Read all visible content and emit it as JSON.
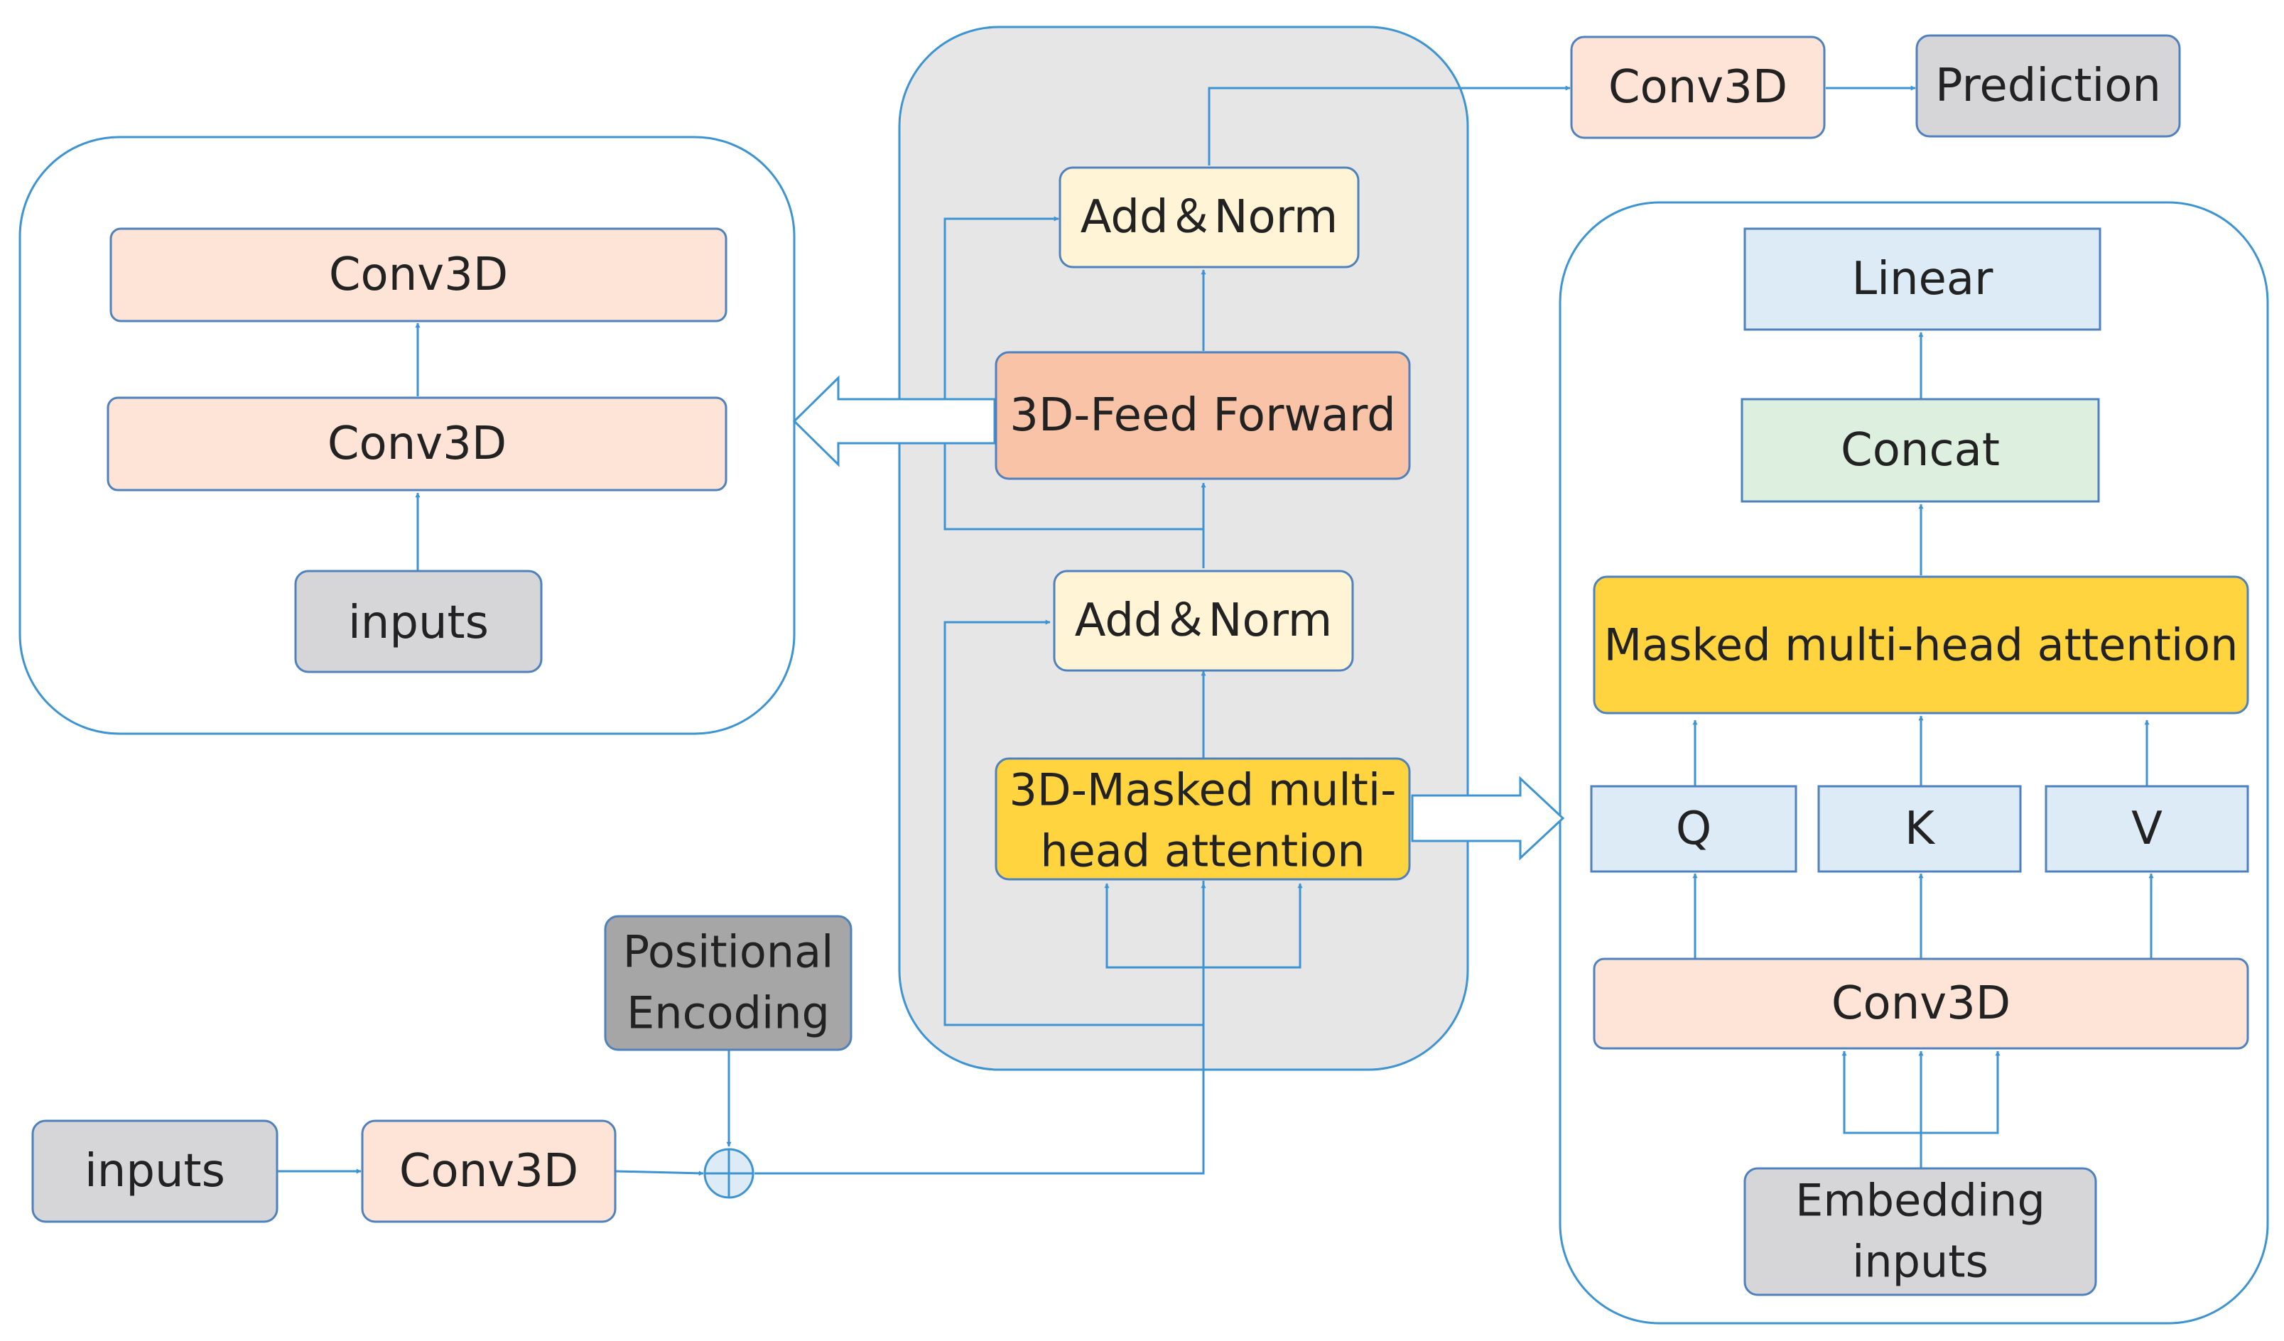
{
  "colors": {
    "line": "#3E94D1",
    "conv3d_fill": "#FDE4D6",
    "feed_forward_fill": "#F9C3A8",
    "add_norm_fill": "#FFF5D6",
    "attention_fill": "#FFD43F",
    "gray_fill": "#D6D6D8",
    "dark_gray_fill": "#A6A6A6",
    "blue_fill": "#DCEBF6",
    "green_fill": "#DDF0E0",
    "panel_gray": "#E6E6E6",
    "box_border": "#4F81BD",
    "icon": "block-arrow-icon"
  },
  "left_panel": {
    "conv_top": "Conv3D",
    "conv_bottom": "Conv3D",
    "inputs": "inputs"
  },
  "encoder": {
    "add_norm_top": "Add＆Norm",
    "feed_forward": "3D-Feed Forward",
    "add_norm_bottom": "Add＆Norm",
    "masked_attention_line1": "3D-Masked multi-",
    "masked_attention_line2": "head attention"
  },
  "output": {
    "conv": "Conv3D",
    "prediction": "Prediction"
  },
  "input_row": {
    "inputs": "inputs",
    "conv": "Conv3D",
    "positional_line1": "Positional",
    "positional_line2": "Encoding"
  },
  "right_panel": {
    "linear": "Linear",
    "concat": "Concat",
    "masked_attention": "Masked multi-head attention",
    "q": "Q",
    "k": "K",
    "v": "V",
    "conv": "Conv3D",
    "embedding_line1": "Embedding",
    "embedding_line2": "inputs"
  }
}
